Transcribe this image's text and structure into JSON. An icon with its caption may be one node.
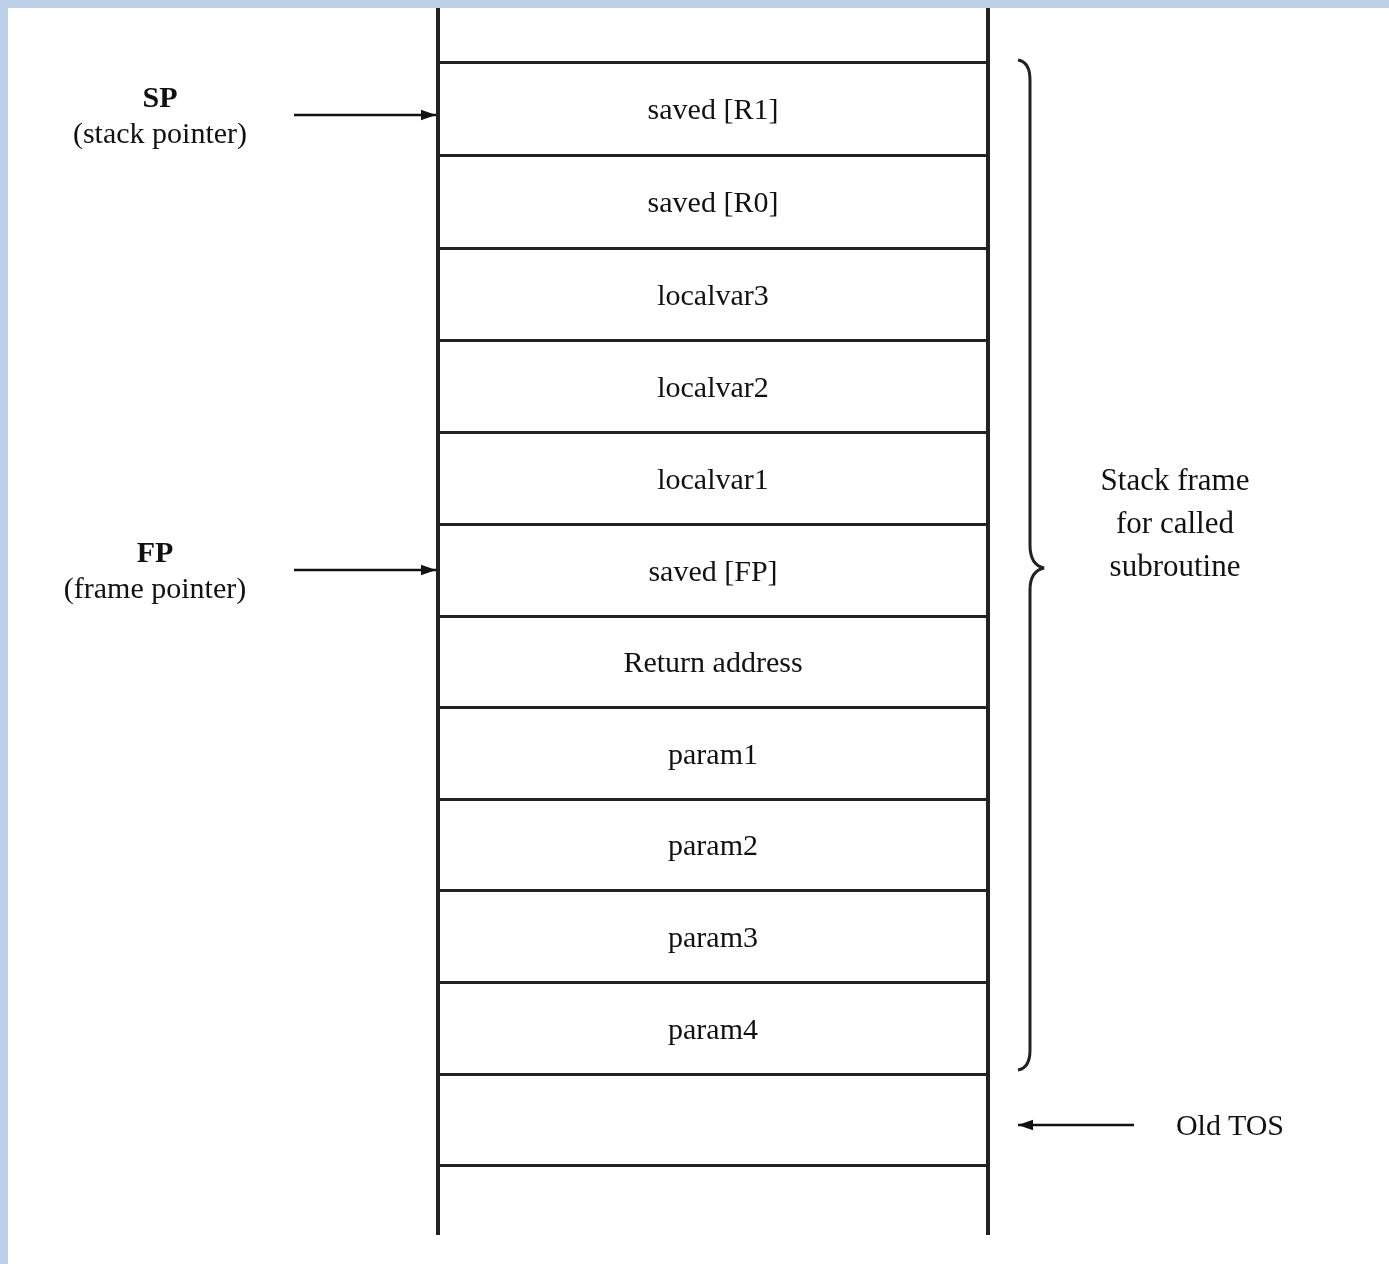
{
  "diagram": {
    "nodes": [
      {
        "text": [
          "SP",
          "(stack pointer)"
        ]
      },
      {
        "text": [
          "saved [R1]"
        ]
      },
      {
        "text": [
          "saved [R0]"
        ]
      },
      {
        "text": [
          "localvar3"
        ]
      },
      {
        "text": [
          "localvar2"
        ]
      },
      {
        "text": [
          "localvar1"
        ]
      },
      {
        "text": [
          "FP",
          "(frame pointer)"
        ]
      },
      {
        "text": [
          "saved [FP]"
        ]
      },
      {
        "text": [
          "Return address"
        ]
      },
      {
        "text": [
          "param1"
        ]
      },
      {
        "text": [
          "param2"
        ]
      },
      {
        "text": [
          "param3"
        ]
      },
      {
        "text": [
          "param4"
        ]
      },
      {
        "text": [],
        "shape": "box"
      },
      {
        "text": [
          "Old TOS"
        ]
      }
    ],
    "edges": [
      {
        "from": 0,
        "to": 1,
        "arrow": "to"
      },
      {
        "from": 6,
        "to": 7,
        "arrow": "to"
      },
      {
        "from": 14,
        "to": 13,
        "arrow": "to"
      }
    ],
    "labels": [
      "Stack frame for called subroutine"
    ]
  }
}
